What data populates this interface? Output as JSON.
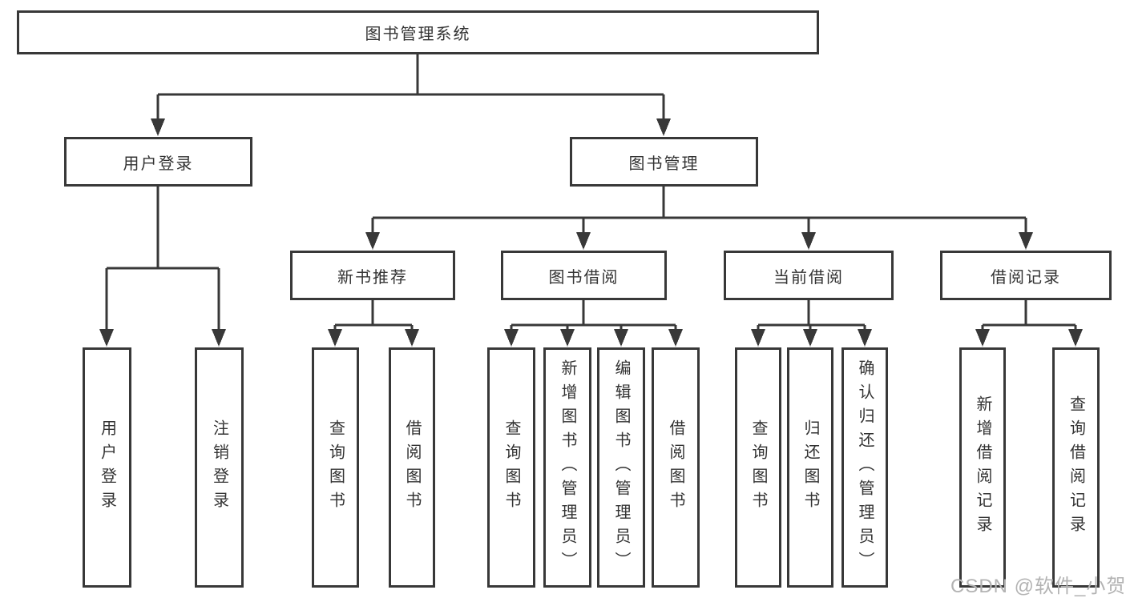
{
  "colors": {
    "line": "#383838",
    "box_border": "#383838",
    "text": "#333333",
    "watermark": "#b3b3b3",
    "background": "#ffffff"
  },
  "watermark": {
    "text": "CSDN @软件_小贺同学"
  },
  "tree": {
    "label": "图书管理系统",
    "children": [
      {
        "label": "用户登录",
        "children": [
          {
            "label": "用户登录"
          },
          {
            "label": "注销登录"
          }
        ]
      },
      {
        "label": "图书管理",
        "children": [
          {
            "label": "新书推荐",
            "children": [
              {
                "label": "查询图书"
              },
              {
                "label": "借阅图书"
              }
            ]
          },
          {
            "label": "图书借阅",
            "children": [
              {
                "label": "查询图书"
              },
              {
                "label": "新增图书（管理员）"
              },
              {
                "label": "编辑图书（管理员）"
              },
              {
                "label": "借阅图书"
              }
            ]
          },
          {
            "label": "当前借阅",
            "children": [
              {
                "label": "查询图书"
              },
              {
                "label": "归还图书"
              },
              {
                "label": "确认归还（管理员）"
              }
            ]
          },
          {
            "label": "借阅记录",
            "children": [
              {
                "label": "新增借阅记录"
              },
              {
                "label": "查询借阅记录"
              }
            ]
          }
        ]
      }
    ]
  }
}
